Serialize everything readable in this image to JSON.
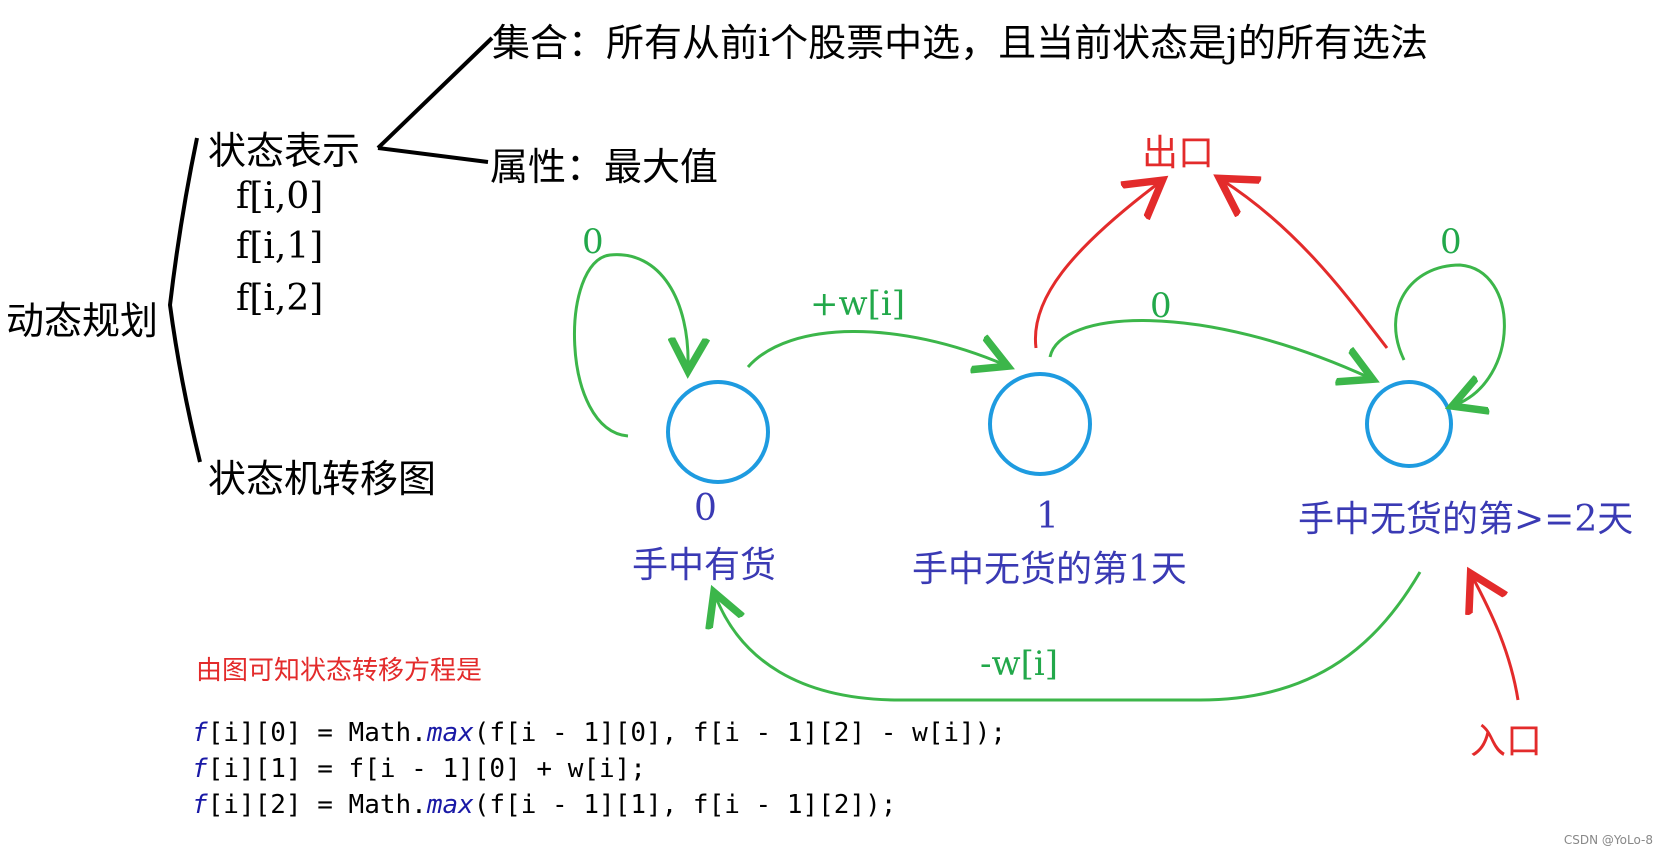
{
  "root_label": "动态规划",
  "state_repr": {
    "label": "状态表示",
    "set_text": "集合：所有从前i个股票中选，且当前状态是j的所有选法",
    "attr_text": "属性：最大值",
    "states": [
      "f[i,0]",
      "f[i,1]",
      "f[i,2]"
    ]
  },
  "fsm_label": "状态机转移图",
  "nodes": [
    {
      "id": "0",
      "label": "手中有货"
    },
    {
      "id": "1",
      "label": "手中无货的第1天"
    },
    {
      "id": "",
      "label": "手中无货的第>=2天"
    }
  ],
  "edges": {
    "self_loop_0": "0",
    "e01": "+w[i]",
    "e12": "0",
    "self_loop_2": "0",
    "e20": "-w[i]"
  },
  "exit_label": "出口",
  "entry_label": "入口",
  "equation_title": "由图可知状态转移方程是",
  "code": [
    {
      "lhs": "f",
      "lhsidx": "[i][0]",
      "rhs": " = Math.",
      "fn": "max",
      "args": "(f[i - 1][0], f[i - 1][2] - w[i]);"
    },
    {
      "lhs": "f",
      "lhsidx": "[i][1]",
      "rhs": " = ",
      "fn": "",
      "args": "f[i - 1][0] + w[i];"
    },
    {
      "lhs": "f",
      "lhsidx": "[i][2]",
      "rhs": " = Math.",
      "fn": "max",
      "args": "(f[i - 1][1], f[i - 1][2]);"
    }
  ],
  "watermark": "CSDN @YoLo-8",
  "colors": {
    "node": "#1e9be0",
    "edge": "#3cb64a",
    "exit": "#e32b2b",
    "text_blue": "#3a3ab4"
  }
}
